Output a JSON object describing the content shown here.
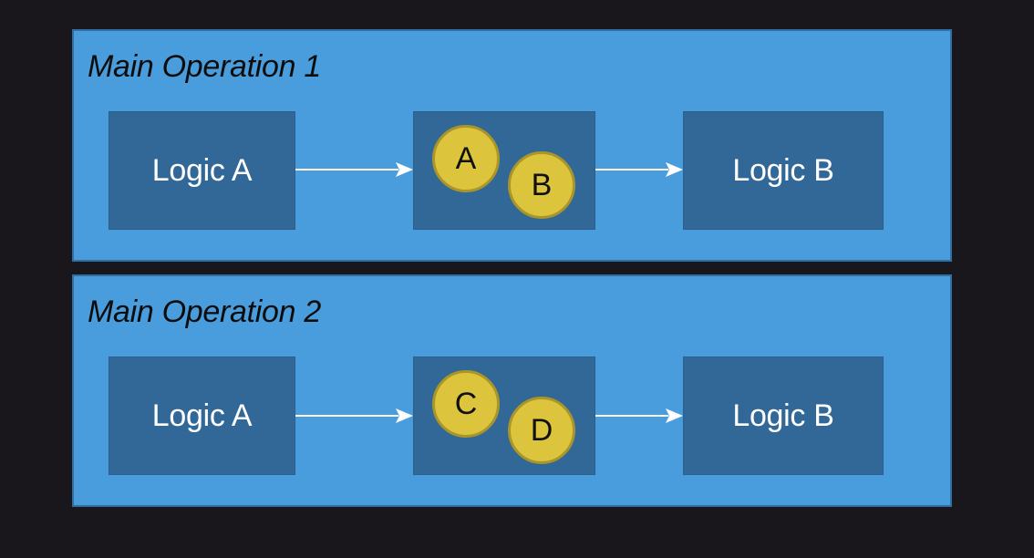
{
  "operations": [
    {
      "title": "Main Operation 1",
      "left_node": "Logic A",
      "middle_tokens": [
        "A",
        "B"
      ],
      "right_node": "Logic B"
    },
    {
      "title": "Main Operation 2",
      "left_node": "Logic A",
      "middle_tokens": [
        "C",
        "D"
      ],
      "right_node": "Logic B"
    }
  ],
  "colors": {
    "background": "#19171c",
    "operation_fill": "#4a9ddd",
    "node_fill": "#316897",
    "token_fill": "#dcc43d",
    "arrow": "#ffffff"
  }
}
